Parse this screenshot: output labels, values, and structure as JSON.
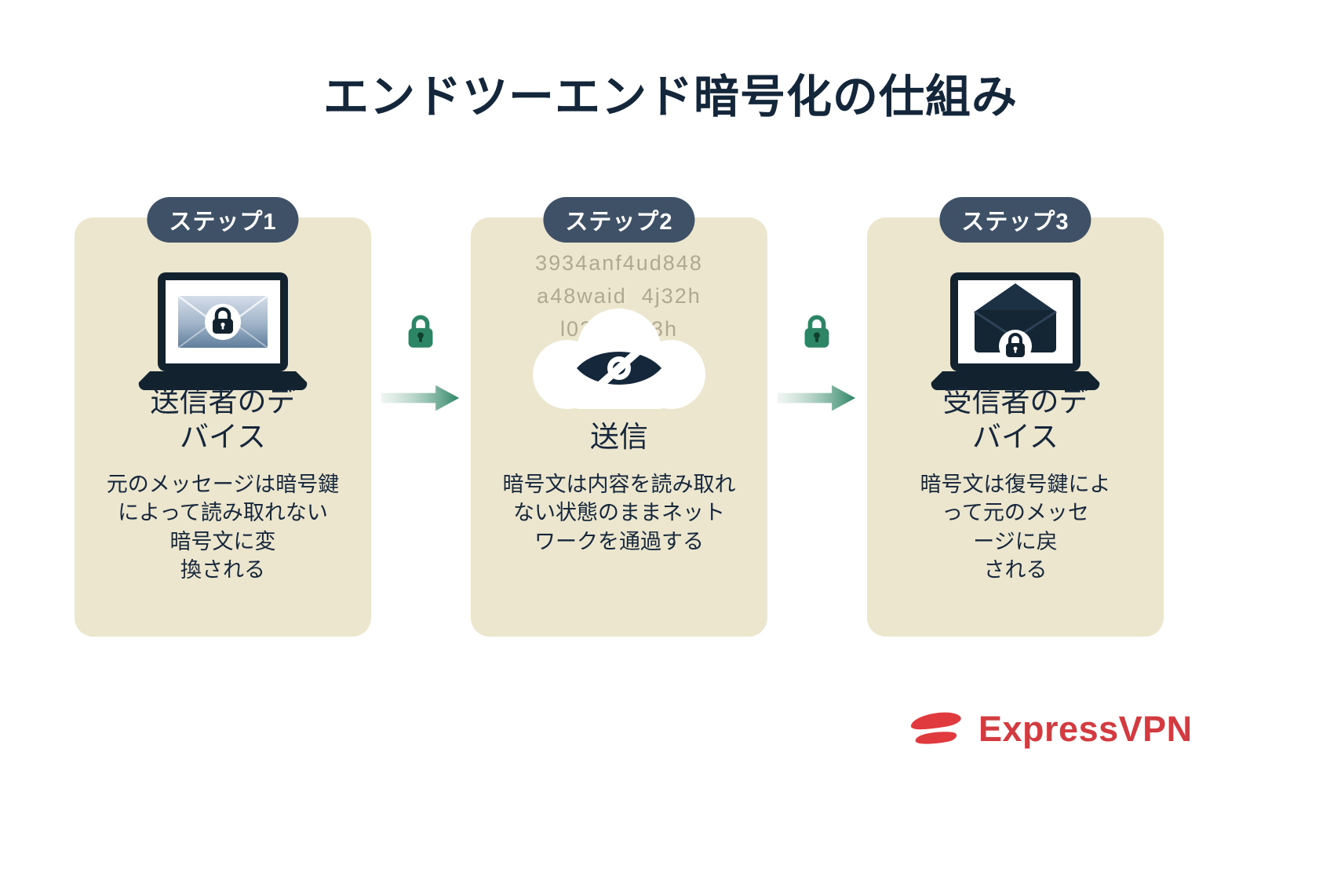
{
  "page": {
    "title": "エンドツーエンド暗号化の仕組み"
  },
  "steps": [
    {
      "badge": "ステップ1",
      "title": "送信者のデ\nバイス",
      "description": "元のメッセージは暗号鍵\nによって読み取れない\n暗号文に変\n換される"
    },
    {
      "badge": "ステップ2",
      "title": "送信",
      "description": "暗号文は内容を読み取れ\nない状態のままネット\nワークを通過する",
      "ciphertext": [
        "3934anf4ud848",
        "a48waid  4j32h",
        "l02      43h"
      ]
    },
    {
      "badge": "ステップ3",
      "title": "受信者のデ\nバイス",
      "description": "暗号文は復号鍵によ\nって元のメッセ\nージに戻\nされる"
    }
  ],
  "branding": {
    "logo_text": "ExpressVPN"
  },
  "colors": {
    "card_background": "#ece6cf",
    "badge_background": "#3e5166",
    "heading_text": "#13263a",
    "accent_green": "#2c8565",
    "brand_red": "#d23b40"
  }
}
